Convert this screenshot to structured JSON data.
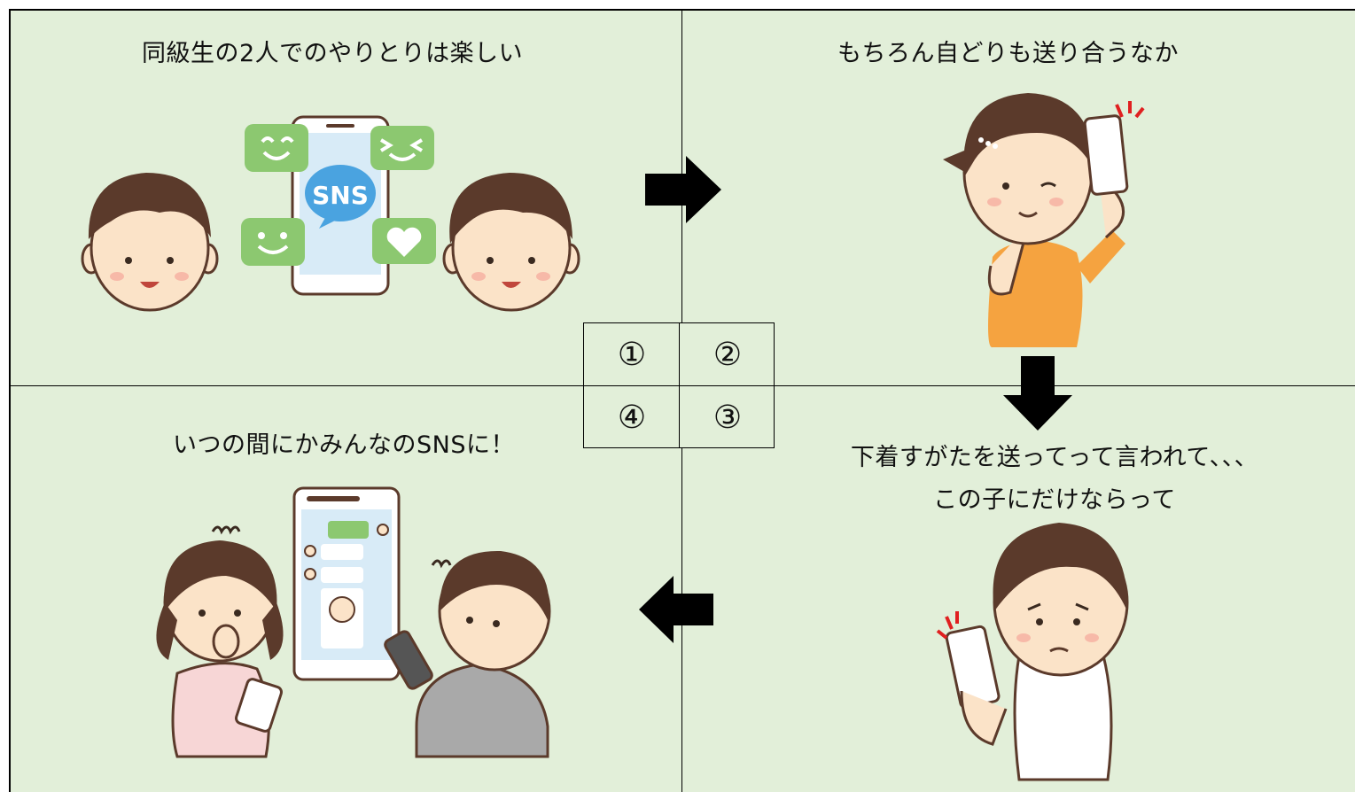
{
  "panels": [
    {
      "number": "①",
      "caption": "同級生の2人でのやりとりは楽しい",
      "bubble_text": "SNS"
    },
    {
      "number": "②",
      "caption": "もちろん自どりも送り合うなか"
    },
    {
      "number": "③",
      "caption_line1": "下着すがたを送ってって言われて、、、",
      "caption_line2": "この子にだけならって"
    },
    {
      "number": "④",
      "caption": "いつの間にかみんなのSNSに！"
    }
  ],
  "colors": {
    "panel_bg": "#e2efd9",
    "hair": "#5b3a2b",
    "skin": "#fbe3c8",
    "bubble_green": "#8cc870",
    "sns_blue": "#4aa3e0",
    "shirt_orange": "#f5a340",
    "alert_red": "#e02020",
    "hoodie_gray": "#a9a9a9",
    "blouse_pink": "#f7d6d6"
  }
}
